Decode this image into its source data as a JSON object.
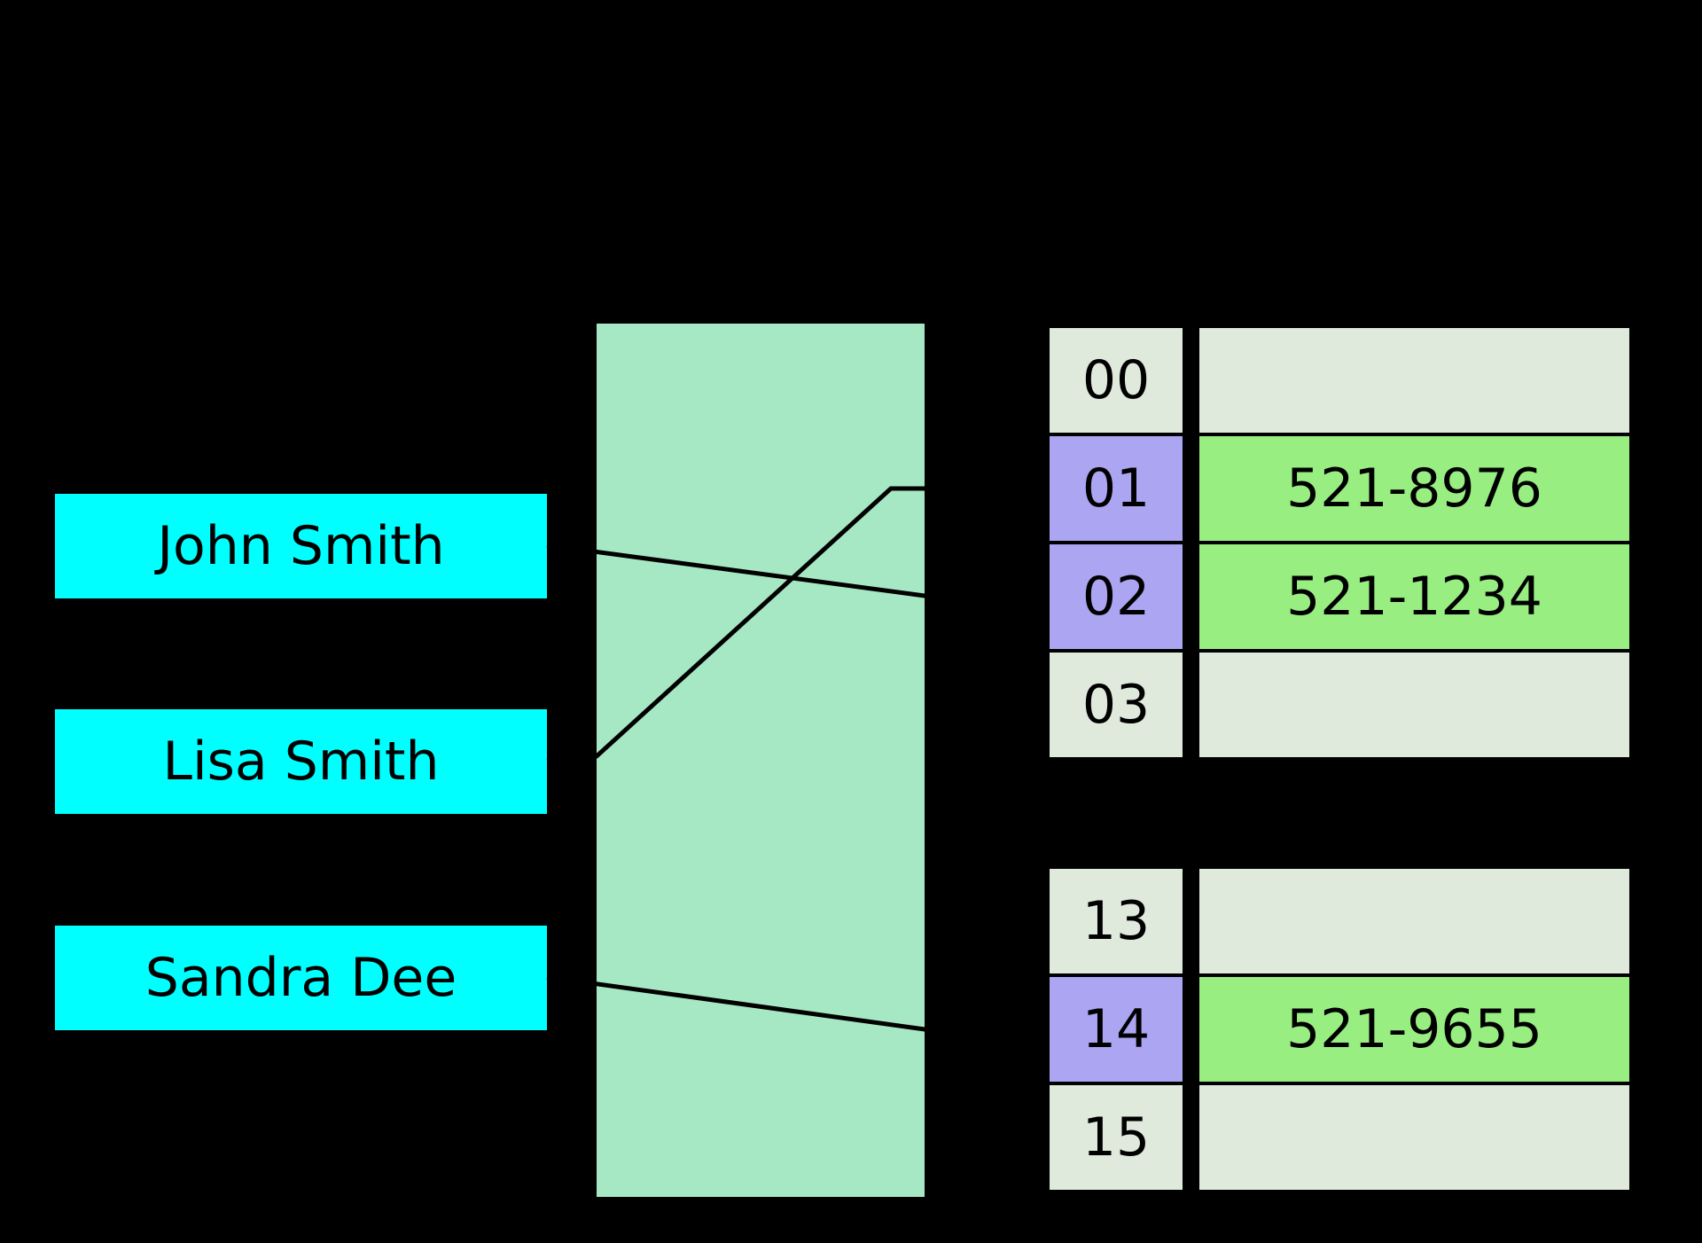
{
  "colors": {
    "background": "#000000",
    "key_box": "#00ffff",
    "hash_box": "#a7e8c4",
    "bucket_empty": "#dfeadd",
    "bucket_index_occupied": "#aba5f2",
    "bucket_value_occupied": "#99ee82",
    "line": "#000000"
  },
  "keys": [
    {
      "label": "John Smith"
    },
    {
      "label": "Lisa Smith"
    },
    {
      "label": "Sandra Dee"
    }
  ],
  "buckets_top": [
    {
      "index": "00",
      "value": "",
      "occupied": false
    },
    {
      "index": "01",
      "value": "521-8976",
      "occupied": true
    },
    {
      "index": "02",
      "value": "521-1234",
      "occupied": true
    },
    {
      "index": "03",
      "value": "",
      "occupied": false
    }
  ],
  "buckets_bottom": [
    {
      "index": "13",
      "value": "",
      "occupied": false
    },
    {
      "index": "14",
      "value": "521-9655",
      "occupied": true
    },
    {
      "index": "15",
      "value": "",
      "occupied": false
    }
  ],
  "connections": [
    {
      "from": "John Smith",
      "to": "02"
    },
    {
      "from": "Lisa Smith",
      "to": "01"
    },
    {
      "from": "Sandra Dee",
      "to": "14"
    }
  ]
}
